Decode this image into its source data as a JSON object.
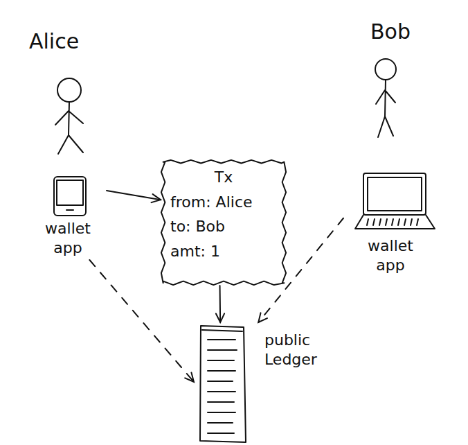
{
  "diagram": {
    "nodes": [
      {
        "text": [
          "wallet app"
        ]
      },
      {
        "text": [
          "Tx",
          "from: Alice",
          "to: Bob",
          "amt: 1"
        ]
      },
      {
        "text": [
          "wallet app"
        ]
      },
      {
        "text": [
          "public Ledger"
        ]
      }
    ],
    "edges": [
      {
        "from": 0,
        "to": 1,
        "arrow": "to"
      },
      {
        "from": 1,
        "to": 3,
        "arrow": "to"
      },
      {
        "from": 0,
        "to": 3,
        "arrow": "to"
      },
      {
        "from": 2,
        "to": 3,
        "arrow": "to"
      }
    ],
    "labels": [
      "Alice",
      "Bob"
    ]
  }
}
